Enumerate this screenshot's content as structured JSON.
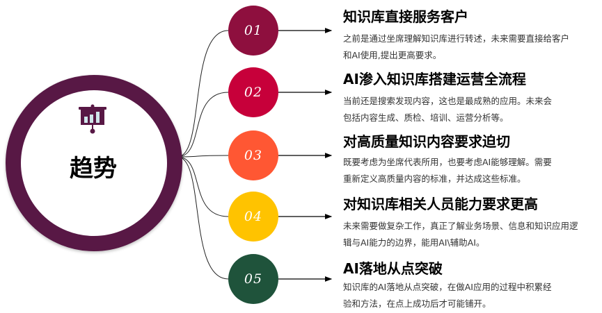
{
  "hub": {
    "title": "趋势",
    "icon": "presentation-chart-icon",
    "color": "#581845"
  },
  "items": [
    {
      "number": "01",
      "color": "#8E0F3E",
      "title": "知识库直接服务客户",
      "desc": [
        "之前是通过坐席理解知识库进行转述，未来需要直接给客户",
        "和AI使用,提出更高要求。"
      ]
    },
    {
      "number": "02",
      "color": "#C7003A",
      "title": "AI渗入知识库搭建运营全流程",
      "desc": [
        "当前还是搜索发现内容，这也是最成熟的应用。未来会",
        "包括内容生成、质检、培训、运营分析等。"
      ]
    },
    {
      "number": "03",
      "color": "#FF5733",
      "title": "对高质量知识内容要求迫切",
      "desc": [
        "既要考虑为坐席代表所用，也要考虑AI能够理解。需要",
        "重新定义高质量内容的标准，并达成这些标准。"
      ]
    },
    {
      "number": "04",
      "color": "#FFC300",
      "title": "对知识库相关人员能力要求更高",
      "desc": [
        "未来需要做复杂工作，真正了解业务场景、信息和知识应用逻",
        "辑与AI能力的边界，能用AI\\辅助AI。"
      ]
    },
    {
      "number": "05",
      "color": "#1F533B",
      "title": "AI落地从点突破",
      "desc": [
        "知识库的AI落地从点突破，在做AI应用的过程中积累经",
        "验和方法，在点上成功后才可能铺开。"
      ]
    }
  ]
}
